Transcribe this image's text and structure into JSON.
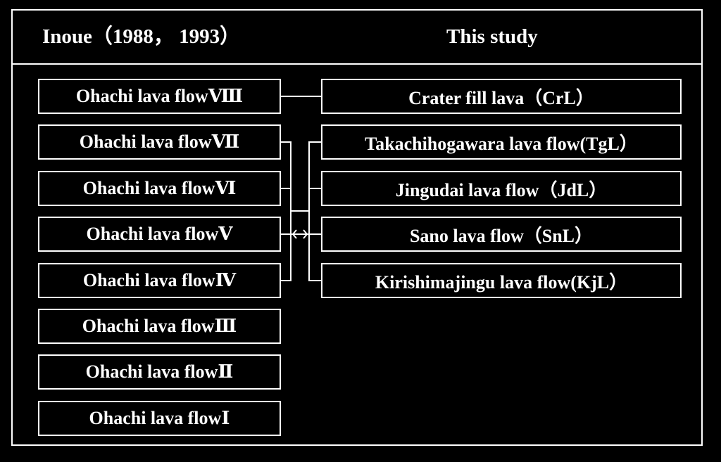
{
  "header": {
    "left_title": "Inoue（1988， 1993）",
    "right_title": "This study"
  },
  "left_column": [
    "Ohachi lava flowⅧ",
    "Ohachi lava flowⅦ",
    "Ohachi lava flowⅥ",
    "Ohachi lava flowⅤ",
    "Ohachi lava flowⅣ",
    "Ohachi lava flowⅢ",
    "Ohachi lava flowⅡ",
    "Ohachi lava flowⅠ"
  ],
  "right_column": [
    "Crater fill lava（CrL）",
    "Takachihogawara lava flow(TgL）",
    "Jingudai lava flow（JdL）",
    "Sano lava flow（SnL）",
    "Kirishimajingu lava flow(KjL）"
  ],
  "colors": {
    "background": "#000000",
    "foreground": "#ffffff"
  }
}
